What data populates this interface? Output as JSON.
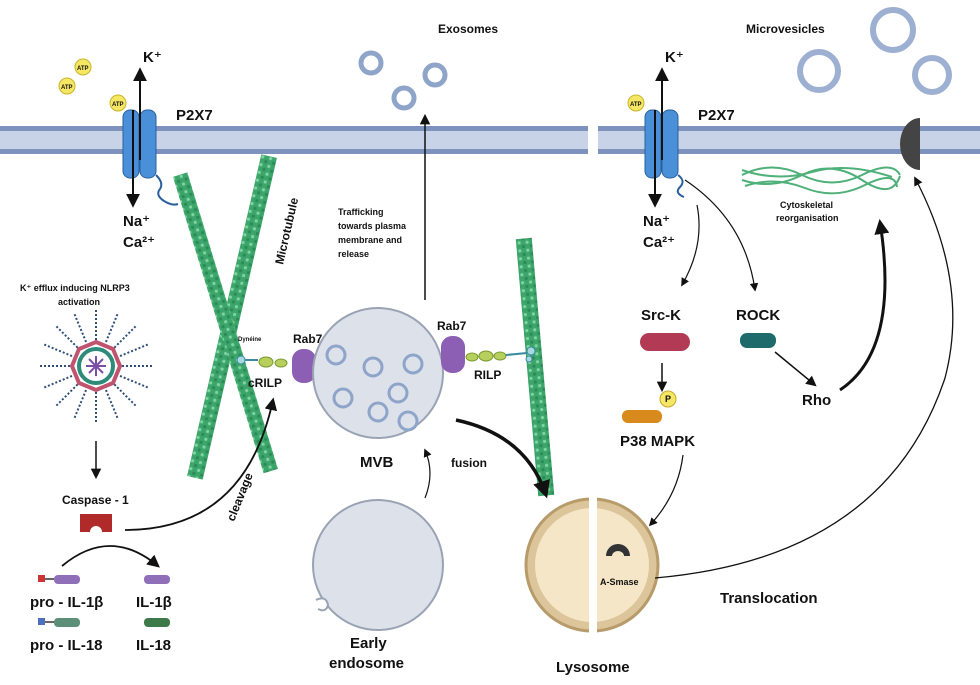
{
  "labels": {
    "exosomes": "Exosomes",
    "microvesicles": "Microvesicles",
    "k_plus_left": "K⁺",
    "k_plus_right": "K⁺",
    "p2x7_left": "P2X7",
    "p2x7_right": "P2X7",
    "na_left": "Na⁺",
    "ca_left": "Ca²⁺",
    "na_right": "Na⁺",
    "ca_right": "Ca²⁺",
    "atp": "ATP",
    "microtubule": "Microtubule",
    "trafficking_line1": "Trafficking",
    "trafficking_line2": "towards plasma",
    "trafficking_line3": "membrane and",
    "trafficking_line4": "release",
    "cytoskeletal_line1": "Cytoskeletal",
    "cytoskeletal_line2": "reorganisation",
    "k_efflux_line1": "K⁺ efflux inducing NLRP3",
    "k_efflux_line2": "activation",
    "dyneine": "Dynéine",
    "rab7_left": "Rab7",
    "rab7_right": "Rab7",
    "crilp": "cRILP",
    "rilp": "RILP",
    "cleavage": "cleavage",
    "mvb": "MVB",
    "fusion": "fusion",
    "caspase": "Caspase - 1",
    "pro_il1b": "pro - IL-1β",
    "il1b": "IL-1β",
    "pro_il18": "pro - IL-18",
    "il18": "IL-18",
    "early_line1": "Early",
    "early_line2": "endosome",
    "lysosome": "Lysosome",
    "src_k": "Src-K",
    "rock": "ROCK",
    "rho": "Rho",
    "p38": "P38 MAPK",
    "p_badge": "P",
    "asmase": "A-Smase",
    "translocation": "Translocation"
  },
  "colors": {
    "membrane_blue": "#a9b8d6",
    "membrane_dark": "#3e5f9a",
    "channel_blue": "#4a90d9",
    "microtubule_green": "#3ca56a",
    "caspase_red": "#b02a2a",
    "src_red": "#b23a55",
    "rock_teal": "#1f6b6b",
    "p38_orange": "#d98a1c",
    "atp_yellow": "#f5e663",
    "rab7_purple": "#8d5fb4",
    "lysosome_tan": "#dcc59b",
    "mvb_grey": "#dde1ea"
  }
}
